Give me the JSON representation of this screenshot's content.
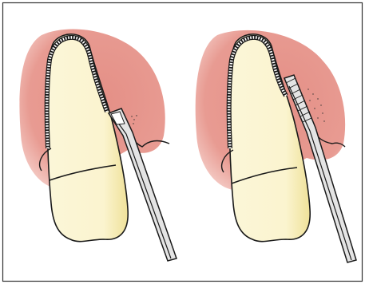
{
  "figure": {
    "panels": [
      {
        "id": "left",
        "step": "probe-inserted-at-gingival-margin"
      },
      {
        "id": "right",
        "step": "probe-advanced-into-pocket"
      }
    ],
    "colors": {
      "gingiva": "#e48f86",
      "tooth": "#fbf5d2",
      "tooth_shade": "#f1e59e",
      "outline": "#1a1a1a",
      "instrument_light": "#e9e9e9",
      "frame": "#333333"
    }
  }
}
